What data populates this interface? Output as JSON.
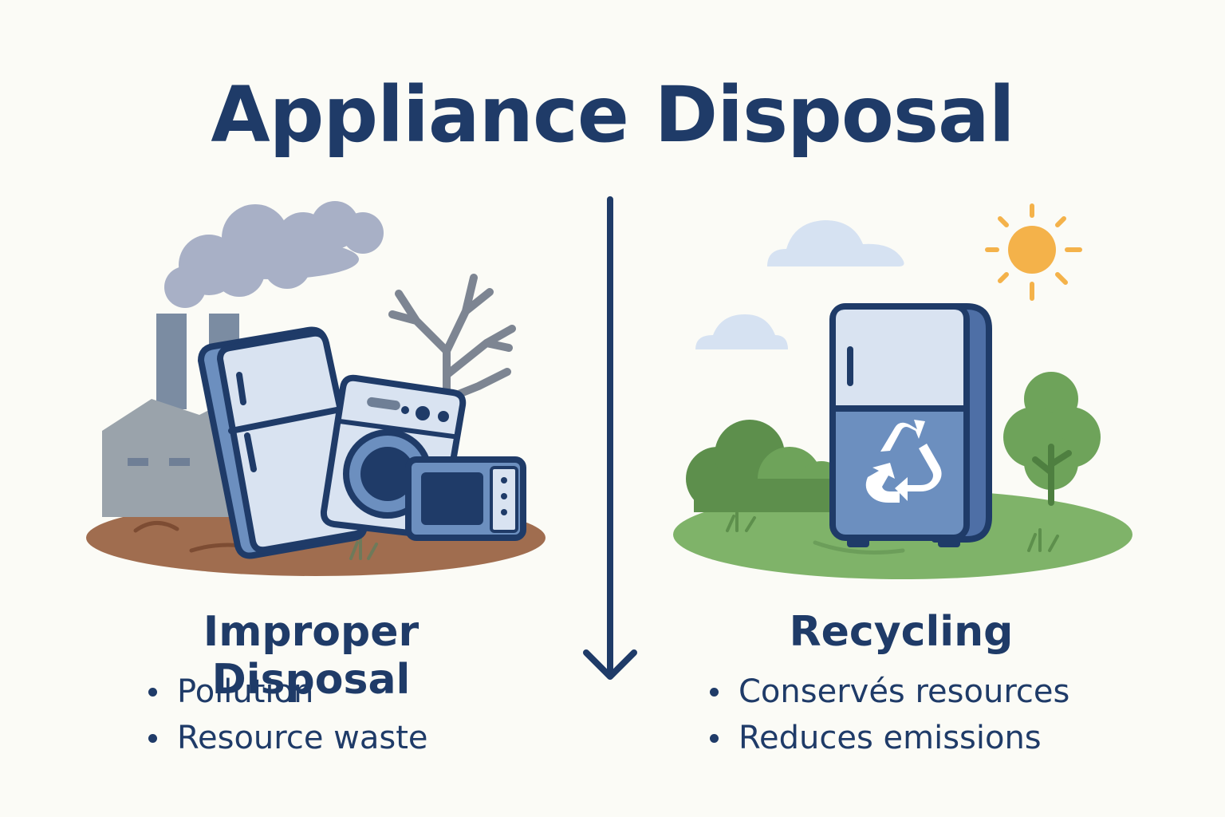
{
  "title": "Appliance Disposal",
  "left": {
    "heading": "Improper Disposal",
    "points": [
      "Pollution",
      "Resource waste"
    ]
  },
  "right": {
    "heading": "Recycling",
    "points": [
      "Conservés resources",
      "Reduces emissions"
    ]
  },
  "icons": {
    "left": [
      "smoke-cloud-icon",
      "factory-icon",
      "dead-tree-icon",
      "refrigerator-icon",
      "washing-machine-icon",
      "microwave-icon",
      "polluted-ground-icon"
    ],
    "center": "down-arrow-icon",
    "right": [
      "sun-icon",
      "cloud-icon",
      "tree-icon",
      "bush-icon",
      "recycling-refrigerator-icon",
      "recycle-symbol-icon",
      "green-ground-icon"
    ]
  },
  "colors": {
    "navy": "#1f3b68",
    "smoke": "#a8b0c6",
    "soil": "#a06d4f",
    "grass": "#7fb369",
    "sun": "#f4b24a",
    "appliance_light": "#d9e3f1",
    "appliance_blue": "#6c8fbf"
  }
}
